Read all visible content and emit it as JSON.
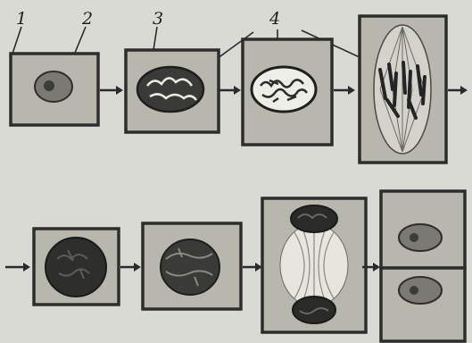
{
  "figure": {
    "labels": [
      "1",
      "2",
      "3",
      "4"
    ],
    "stage_names": [
      "interphase-cell",
      "early-prophase-cell",
      "late-prophase-cell",
      "metaphase-cell",
      "anaphase-polar-view-cell",
      "anaphase-cell",
      "telophase-cell",
      "daughter-cells"
    ],
    "colors": {
      "background": "#d9dad4",
      "cytoplasm": "#b8b7ad",
      "vacuole": "#eeeee8",
      "nucleus": "#7a7a72",
      "chromatin": "#2b2b2b",
      "outline": "#2d2d2d"
    }
  }
}
